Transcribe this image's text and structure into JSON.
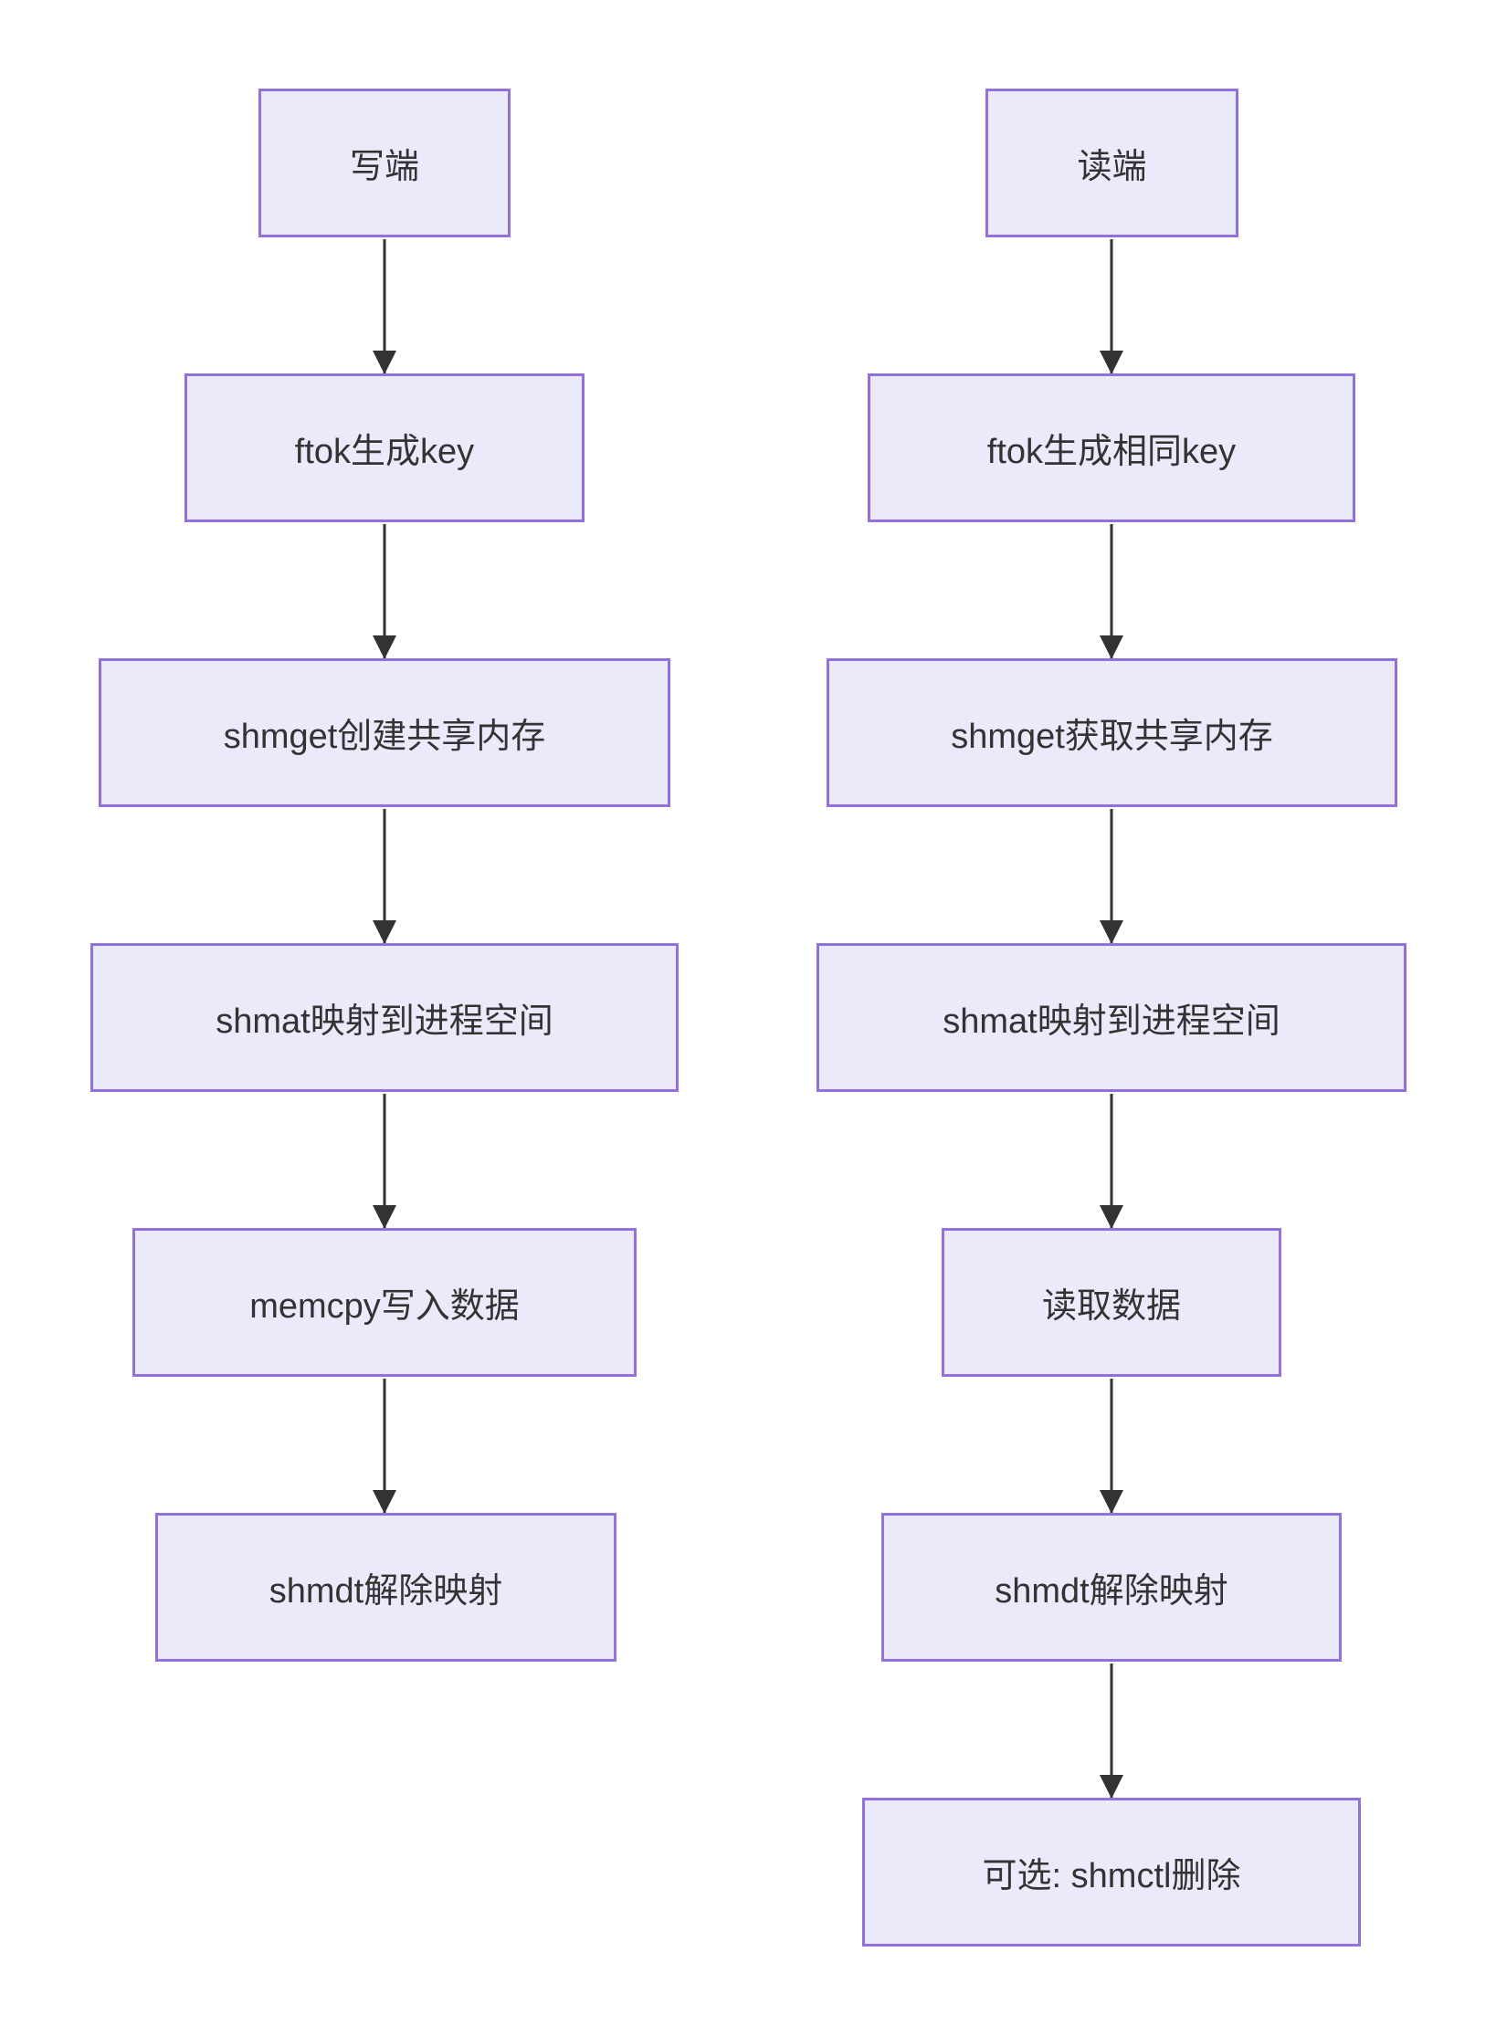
{
  "page": {
    "background_color": "#ffffff"
  },
  "diagram": {
    "type": "flowchart",
    "direction": "top-down",
    "style": {
      "node_fill": "#EAEAFB",
      "node_border_color": "#9370DB",
      "node_text_color": "#333333",
      "arrow_color": "#333333"
    },
    "writer_nodes": [
      "写端",
      "ftok生成key",
      "shmget创建共享内存",
      "shmat映射到进程空间",
      "memcpy写入数据",
      "shmdt解除映射"
    ],
    "reader_nodes": [
      "读端",
      "ftok生成相同key",
      "shmget获取共享内存",
      "shmat映射到进程空间",
      "读取数据",
      "shmdt解除映射",
      "可选: shmctl删除"
    ],
    "edges": [
      {
        "from": "写端",
        "to": "ftok生成key"
      },
      {
        "from": "ftok生成key",
        "to": "shmget创建共享内存"
      },
      {
        "from": "shmget创建共享内存",
        "to": "shmat映射到进程空间"
      },
      {
        "from": "shmat映射到进程空间",
        "to": "memcpy写入数据"
      },
      {
        "from": "memcpy写入数据",
        "to": "shmdt解除映射"
      },
      {
        "from": "读端",
        "to": "ftok生成相同key"
      },
      {
        "from": "ftok生成相同key",
        "to": "shmget获取共享内存"
      },
      {
        "from": "shmget获取共享内存",
        "to": "shmat映射到进程空间"
      },
      {
        "from": "shmat映射到进程空间",
        "to": "读取数据"
      },
      {
        "from": "读取数据",
        "to": "shmdt解除映射"
      },
      {
        "from": "shmdt解除映射",
        "to": "可选: shmctl删除"
      }
    ]
  }
}
